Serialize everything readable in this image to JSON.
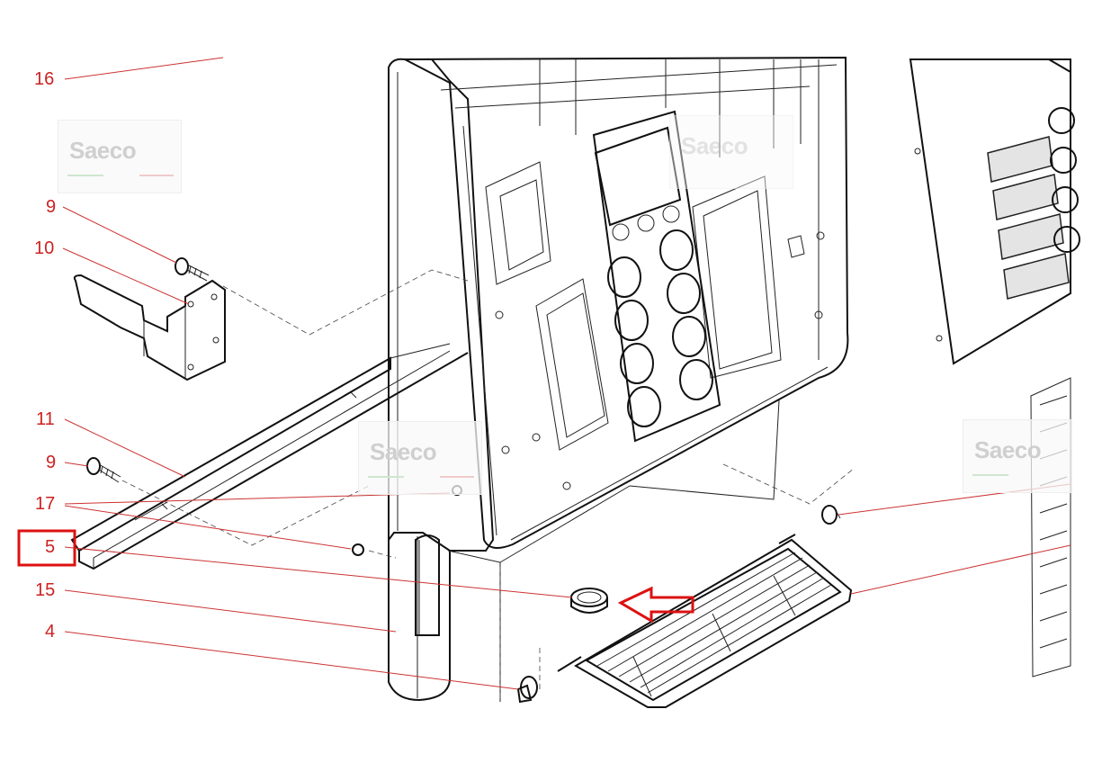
{
  "watermark": {
    "brand": "Saeco"
  },
  "callouts": [
    {
      "id": "16",
      "label": "16"
    },
    {
      "id": "9a",
      "label": "9"
    },
    {
      "id": "10",
      "label": "10"
    },
    {
      "id": "11",
      "label": "11"
    },
    {
      "id": "9b",
      "label": "9"
    },
    {
      "id": "17",
      "label": "17"
    },
    {
      "id": "5",
      "label": "5"
    },
    {
      "id": "15",
      "label": "15"
    },
    {
      "id": "4",
      "label": "4"
    }
  ],
  "highlight": {
    "callout": "5",
    "color": "#dd1111"
  },
  "colors": {
    "callout": "#cc2222",
    "leader": "#cc3333",
    "line": "#111111",
    "highlight": "#dd1111"
  }
}
